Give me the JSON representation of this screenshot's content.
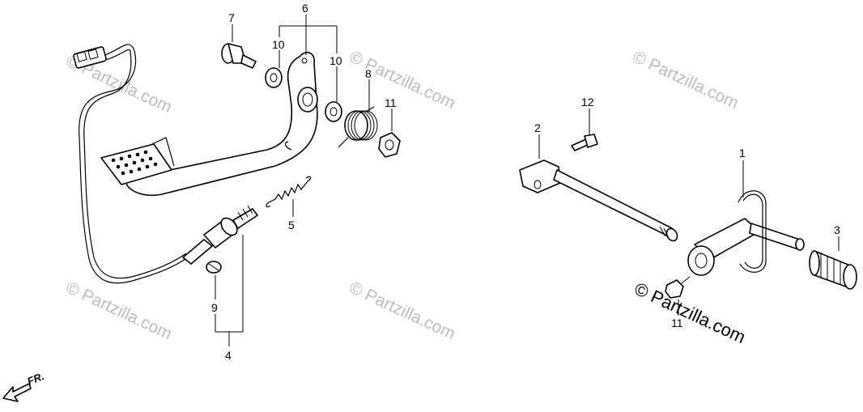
{
  "callouts": [
    "1",
    "2",
    "3",
    "4",
    "5",
    "6",
    "7",
    "8",
    "9",
    "10",
    "10",
    "11",
    "11",
    "12"
  ],
  "watermark": {
    "text": "© Partzilla.com"
  },
  "direction_label": "FR."
}
